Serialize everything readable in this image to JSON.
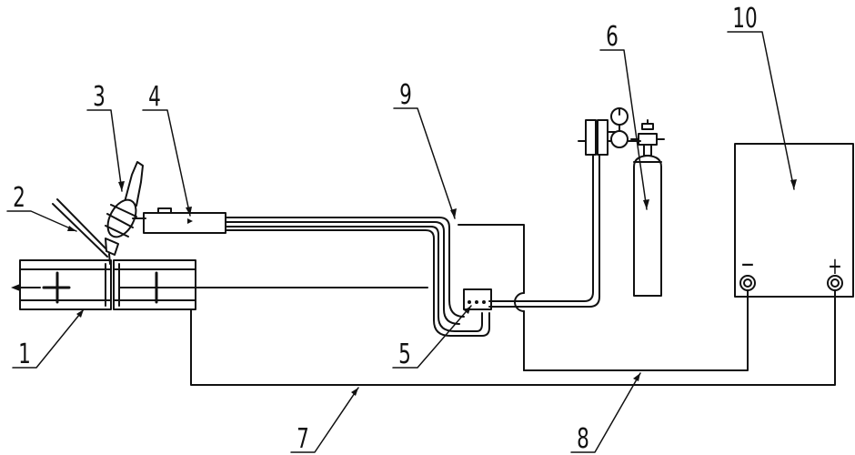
{
  "diagram": {
    "labels": {
      "workpiece": "1",
      "filler_wire": "2",
      "welding_torch": "3",
      "wire_feeder": "4",
      "control_box": "5",
      "gas_cylinder": "6",
      "ground_cable": "7",
      "power_cable": "8",
      "torch_hose": "9",
      "power_source": "10"
    },
    "terminals": {
      "negative": "−",
      "positive": "+"
    }
  }
}
